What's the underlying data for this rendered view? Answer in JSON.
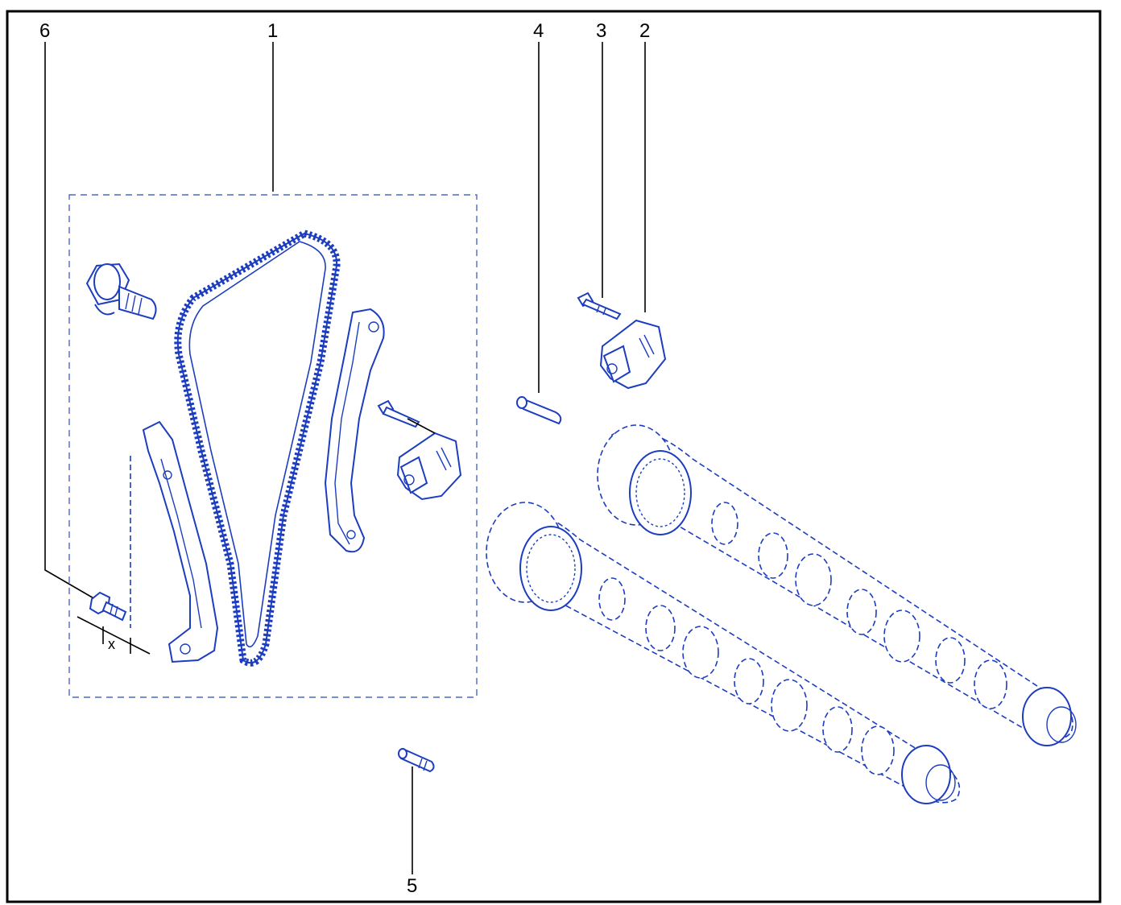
{
  "callouts": {
    "c1": "1",
    "c2": "2",
    "c3": "3",
    "c4": "4",
    "c5": "5",
    "c6": "6"
  },
  "dimension_label": "x",
  "colors": {
    "part_line": "#1c3dbf",
    "frame": "#000000",
    "background": "#ffffff"
  }
}
